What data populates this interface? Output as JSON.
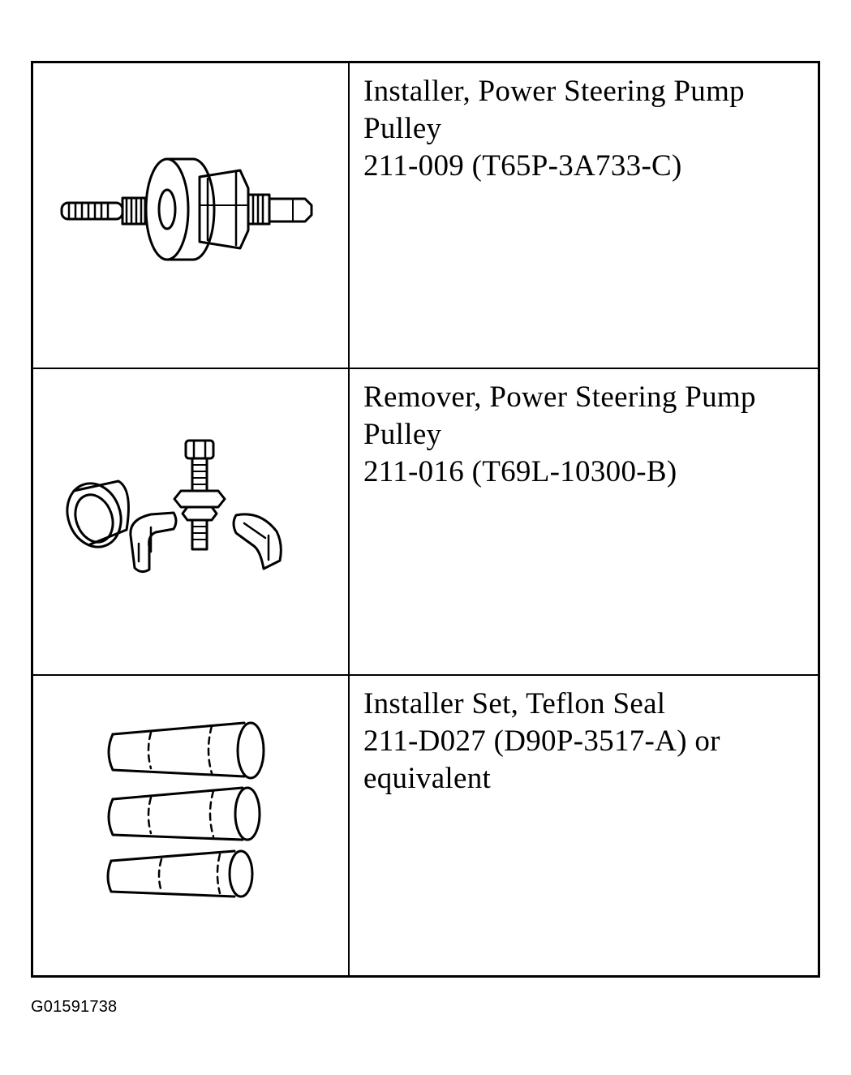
{
  "tools": [
    {
      "name_lines": [
        "Installer, Power Steering Pump",
        "Pulley"
      ],
      "part_number": "211-009 (T65P-3A733-C)",
      "illustration": "pulley-installer-icon"
    },
    {
      "name_lines": [
        "Remover, Power Steering Pump",
        "Pulley"
      ],
      "part_number": "211-016 (T69L-10300-B)",
      "illustration": "pulley-remover-icon"
    },
    {
      "name_lines": [
        "Installer Set, Teflon Seal",
        "211-D027 (D90P-3517-A) or",
        "equivalent"
      ],
      "part_number": "",
      "illustration": "teflon-seal-installer-set-icon"
    }
  ],
  "figure_id": "G01591738"
}
